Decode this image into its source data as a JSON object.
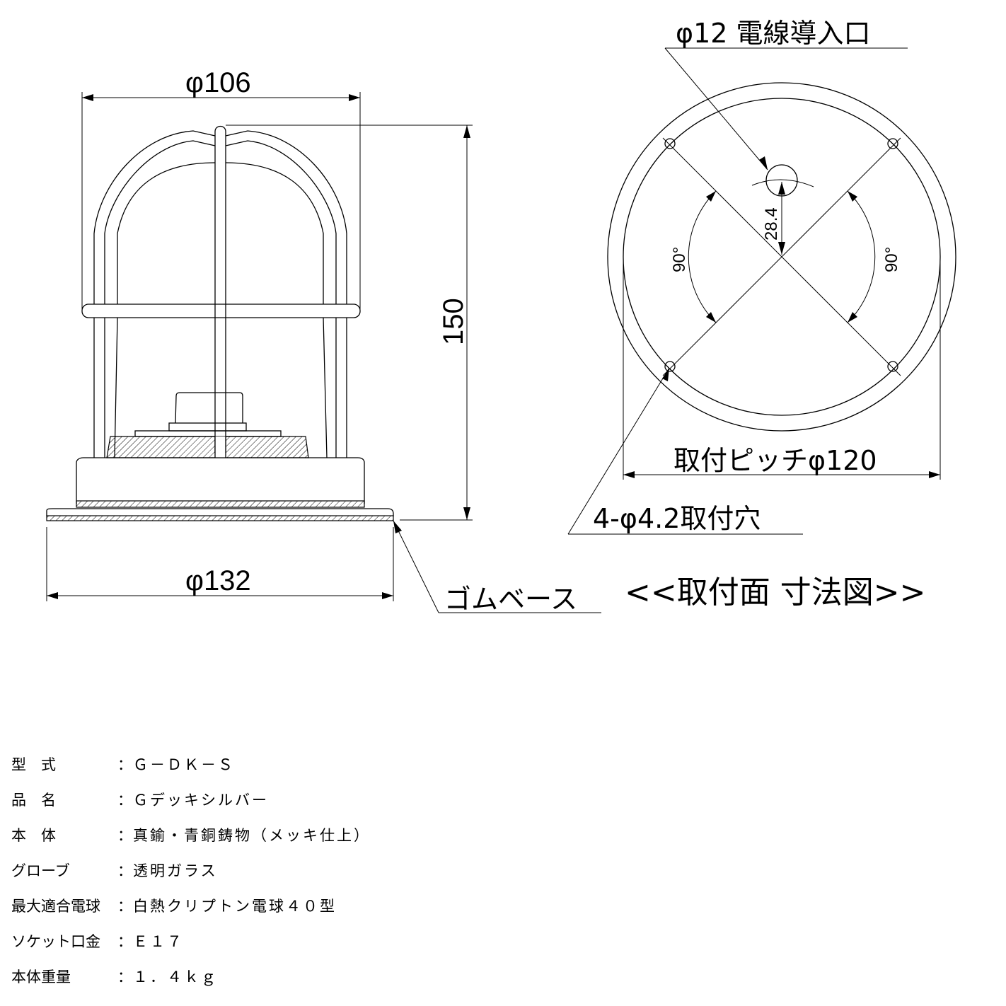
{
  "side_view": {
    "top_diameter": "φ106",
    "height": "150",
    "base_diameter": "φ132",
    "rubber_base_label": "ゴムベース"
  },
  "mounting_view": {
    "cable_entry_label": "φ12 電線導入口",
    "entry_offset": "28.4",
    "angle_left": "90°",
    "angle_right": "90°",
    "mounting_pitch": "取付ピッチφ120",
    "mounting_holes": "4-φ4.2取付穴",
    "title": "<<取付面 寸法図>>"
  },
  "specs": [
    {
      "label": "型　式",
      "value": "Ｇ－ＤＫ－Ｓ"
    },
    {
      "label": "品　名",
      "value": "Ｇデッキシルバー"
    },
    {
      "label": "本　体",
      "value": "真鍮・青銅鋳物（メッキ仕上）"
    },
    {
      "label": "グローブ",
      "value": "透明ガラス"
    },
    {
      "label": "最大適合電球",
      "value": "白熱クリプトン電球４０型"
    },
    {
      "label": "ソケット口金",
      "value": "Ｅ１７"
    },
    {
      "label": "本体重量",
      "value": "１．４ｋｇ"
    }
  ],
  "colon": "："
}
